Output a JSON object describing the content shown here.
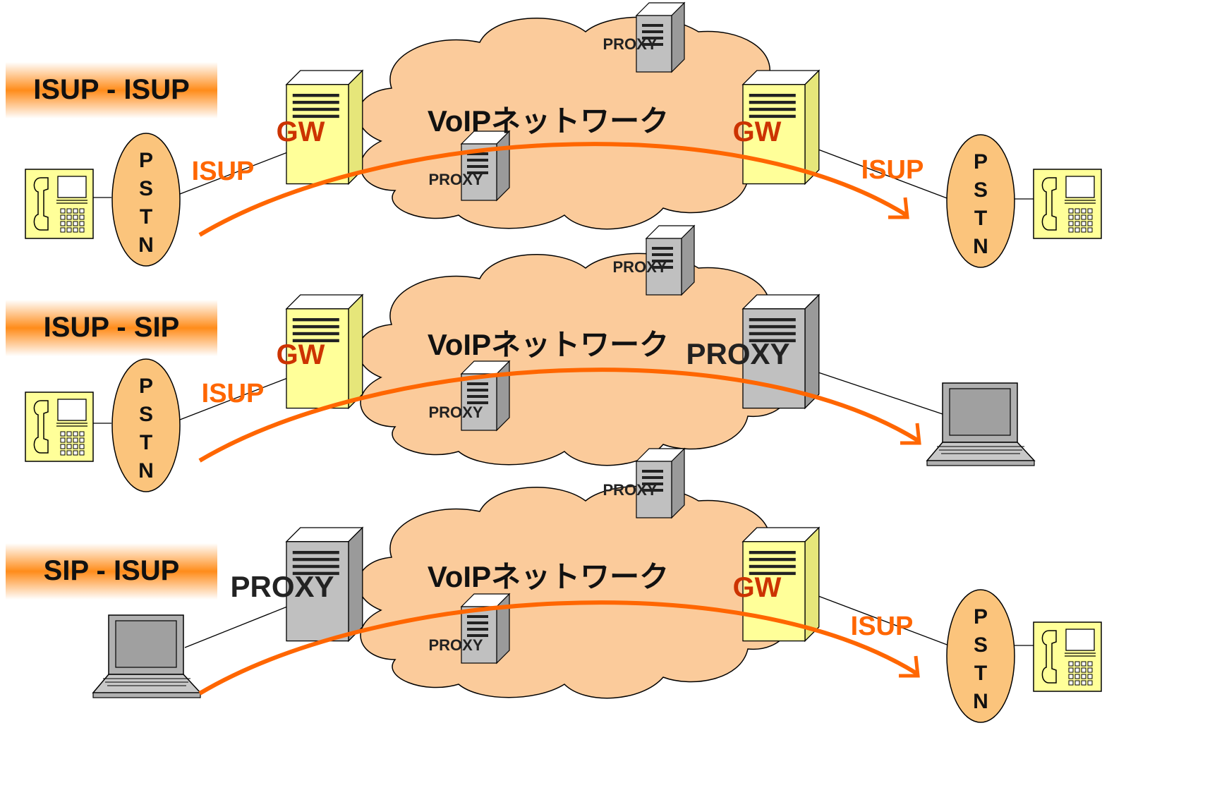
{
  "colors": {
    "cloud_fill": "#FBCB9B",
    "arrow": "#FF6600",
    "gw_label": "#CC3300",
    "isup_label": "#FF6600",
    "label_band": "#FF8C1A",
    "server_yellow": "#FFFF99",
    "server_gray": "#C0C0C0",
    "pstn_fill": "#FBC47C",
    "phone_fill": "#FFFF99",
    "laptop_fill": "#B0B0B0",
    "text_dark": "#222222"
  },
  "scenarios": [
    {
      "label": "ISUP - ISUP",
      "network_label": "VoIPネットワーク",
      "left_node_label": "GW",
      "right_node_label": "GW",
      "left_link_label": "ISUP",
      "right_link_label": "ISUP",
      "proxy_top_label": "PROXY",
      "proxy_mid_label": "PROXY",
      "left_endpoint": "phone",
      "right_endpoint": "phone",
      "left_node_kind": "gateway",
      "right_node_kind": "gateway"
    },
    {
      "label": "ISUP - SIP",
      "network_label": "VoIPネットワーク",
      "left_node_label": "GW",
      "right_node_label": "PROXY",
      "left_link_label": "ISUP",
      "right_link_label": "",
      "proxy_top_label": "PROXY",
      "proxy_mid_label": "PROXY",
      "left_endpoint": "phone",
      "right_endpoint": "laptop",
      "left_node_kind": "gateway",
      "right_node_kind": "proxy"
    },
    {
      "label": "SIP - ISUP",
      "network_label": "VoIPネットワーク",
      "left_node_label": "PROXY",
      "right_node_label": "GW",
      "left_link_label": "",
      "right_link_label": "ISUP",
      "proxy_top_label": "PROXY",
      "proxy_mid_label": "PROXY",
      "left_endpoint": "laptop",
      "right_endpoint": "phone",
      "left_node_kind": "proxy",
      "right_node_kind": "gateway"
    }
  ],
  "pstn_letters": [
    "P",
    "S",
    "T",
    "N"
  ]
}
